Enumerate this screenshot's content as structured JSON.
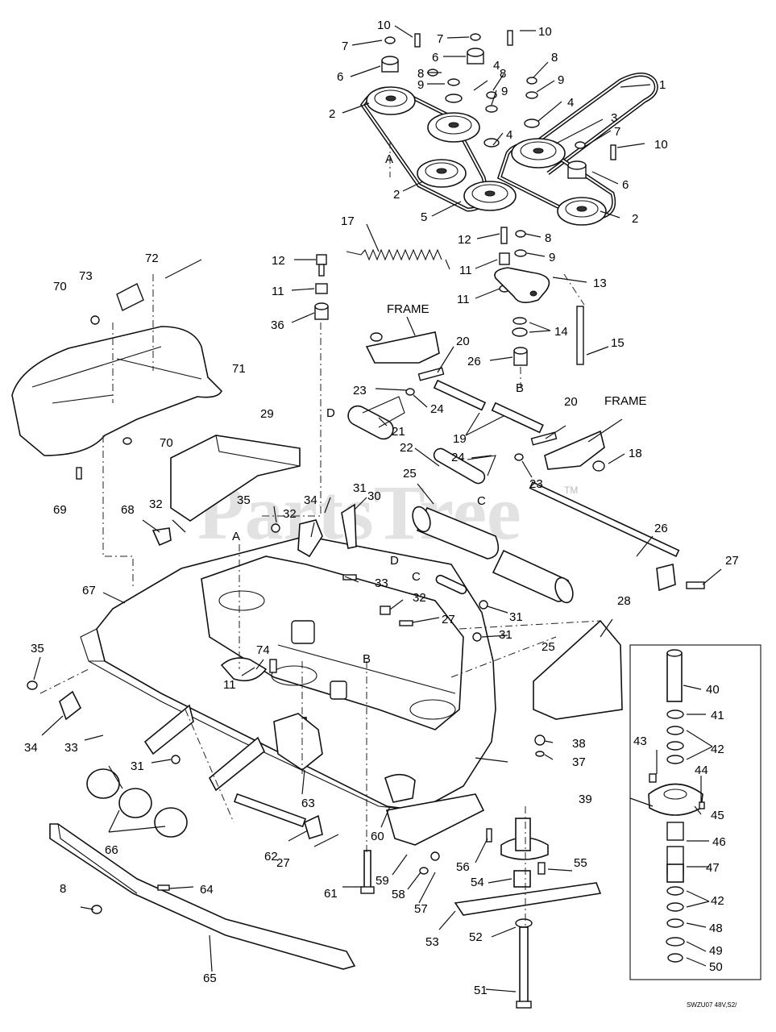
{
  "watermark": {
    "text": "PartsTree",
    "tm": "TM"
  },
  "drawing_code": "SWZU07 48V,S2/",
  "callouts": {
    "c1": "1",
    "c2a": "2",
    "c2b": "2",
    "c2c": "2",
    "c3": "3",
    "c4a": "4",
    "c4b": "4",
    "c4c": "4",
    "c5": "5",
    "c6a": "6",
    "c6b": "6",
    "c6c": "6",
    "c7a": "7",
    "c7b": "7",
    "c7c": "7",
    "c8a": "8",
    "c8b": "8",
    "c8c": "8",
    "c8d": "8",
    "c8e": "8",
    "c9a": "9",
    "c9b": "9",
    "c9c": "9",
    "c9d": "9",
    "c10a": "10",
    "c10b": "10",
    "c10c": "10",
    "c11a": "11",
    "c11b": "11",
    "c11c": "11",
    "c11d": "11",
    "c12a": "12",
    "c12b": "12",
    "c13": "13",
    "c14": "14",
    "c15": "15",
    "c17": "17",
    "c18": "18",
    "c19": "19",
    "c20a": "20",
    "c20b": "20",
    "c21": "21",
    "c22": "22",
    "c23a": "23",
    "c23b": "23",
    "c24a": "24",
    "c24b": "24",
    "c25a": "25",
    "c25b": "25",
    "c26a": "26",
    "c26b": "26",
    "c27a": "27",
    "c27b": "27",
    "c27c": "27",
    "c28": "28",
    "c29": "29",
    "c30": "30",
    "c31a": "31",
    "c31b": "31",
    "c31c": "31",
    "c31d": "31",
    "c32a": "32",
    "c32b": "32",
    "c32c": "32",
    "c33a": "33",
    "c33b": "33",
    "c34a": "34",
    "c34b": "34",
    "c35a": "35",
    "c35b": "35",
    "c36": "36",
    "c37": "37",
    "c38": "38",
    "c39": "39",
    "c40": "40",
    "c41": "41",
    "c42a": "42",
    "c42b": "42",
    "c43": "43",
    "c44": "44",
    "c45": "45",
    "c46": "46",
    "c47": "47",
    "c48": "48",
    "c49": "49",
    "c50": "50",
    "c51": "51",
    "c52": "52",
    "c53": "53",
    "c54": "54",
    "c55": "55",
    "c56": "56",
    "c57": "57",
    "c58": "58",
    "c59": "59",
    "c60": "60",
    "c61": "61",
    "c62": "62",
    "c63": "63",
    "c64": "64",
    "c65": "65",
    "c66": "66",
    "c67": "67",
    "c68": "68",
    "c69": "69",
    "c70a": "70",
    "c70b": "70",
    "c71": "71",
    "c72": "72",
    "c73": "73",
    "c74": "74"
  },
  "reference_letters": {
    "A1": "A",
    "A2": "A",
    "B1": "B",
    "B2": "B",
    "C1": "C",
    "C2": "C",
    "D1": "D",
    "D2": "D"
  },
  "frame_labels": {
    "frame1": "FRAME",
    "frame2": "FRAME"
  }
}
